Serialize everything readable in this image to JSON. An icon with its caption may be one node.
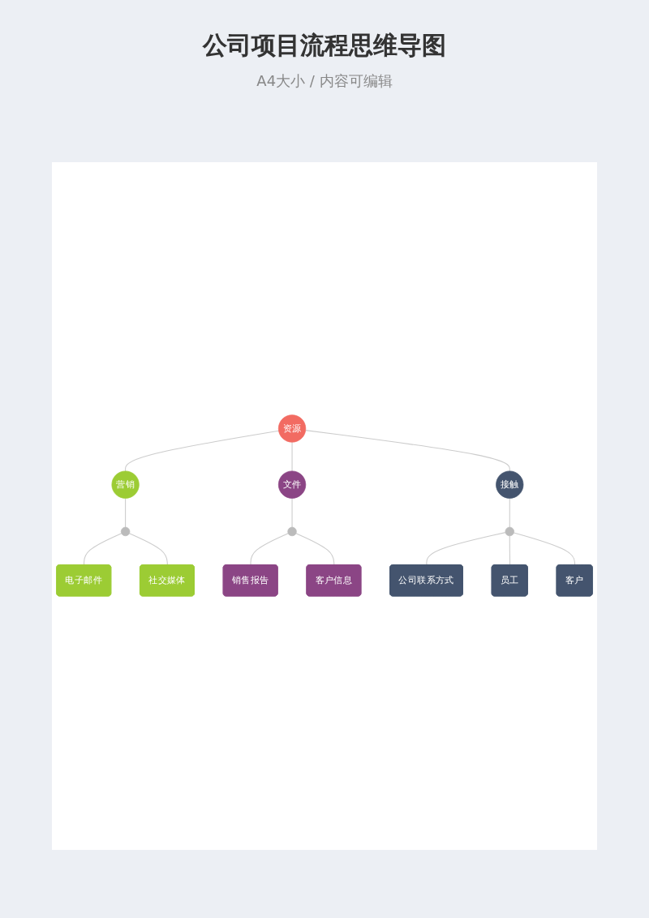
{
  "diagram": {
    "title": "公司项目流程思维导图",
    "caption": "A4大小 / 内容可编辑",
    "nodes": [
      {
        "text": [
          "资源"
        ]
      },
      {
        "text": [
          "营销"
        ]
      },
      {
        "text": [
          "文件"
        ]
      },
      {
        "text": [
          "电子邮件"
        ]
      },
      {
        "text": [
          "销售报告"
        ]
      },
      {
        "text": [
          "接触"
        ]
      },
      {
        "text": [],
        "shape": "circle"
      },
      {
        "text": [],
        "shape": "circle"
      },
      {
        "text": [
          "社交媒体"
        ]
      },
      {
        "text": [
          "客户信息"
        ]
      },
      {
        "text": [],
        "shape": "circle"
      },
      {
        "text": [
          "公司联系方式"
        ]
      },
      {
        "text": [
          "员工"
        ]
      },
      {
        "text": [
          "客户"
        ]
      }
    ],
    "edges": [
      {
        "from": 0,
        "to": 1,
        "arrow": "none"
      },
      {
        "from": 0,
        "to": 2,
        "arrow": "none"
      },
      {
        "from": 0,
        "to": 5,
        "arrow": "none"
      },
      {
        "from": 1,
        "to": 6,
        "arrow": "none"
      },
      {
        "from": 6,
        "to": 3,
        "arrow": "none"
      },
      {
        "from": 6,
        "to": 8,
        "arrow": "none"
      },
      {
        "from": 2,
        "to": 7,
        "arrow": "none"
      },
      {
        "from": 7,
        "to": 4,
        "arrow": "none"
      },
      {
        "from": 7,
        "to": 9,
        "arrow": "none"
      },
      {
        "from": 5,
        "to": 10,
        "arrow": "none"
      },
      {
        "from": 10,
        "to": 11,
        "arrow": "none"
      },
      {
        "from": 10,
        "to": 12,
        "arrow": "none"
      },
      {
        "from": 10,
        "to": 13,
        "arrow": "none"
      }
    ]
  }
}
